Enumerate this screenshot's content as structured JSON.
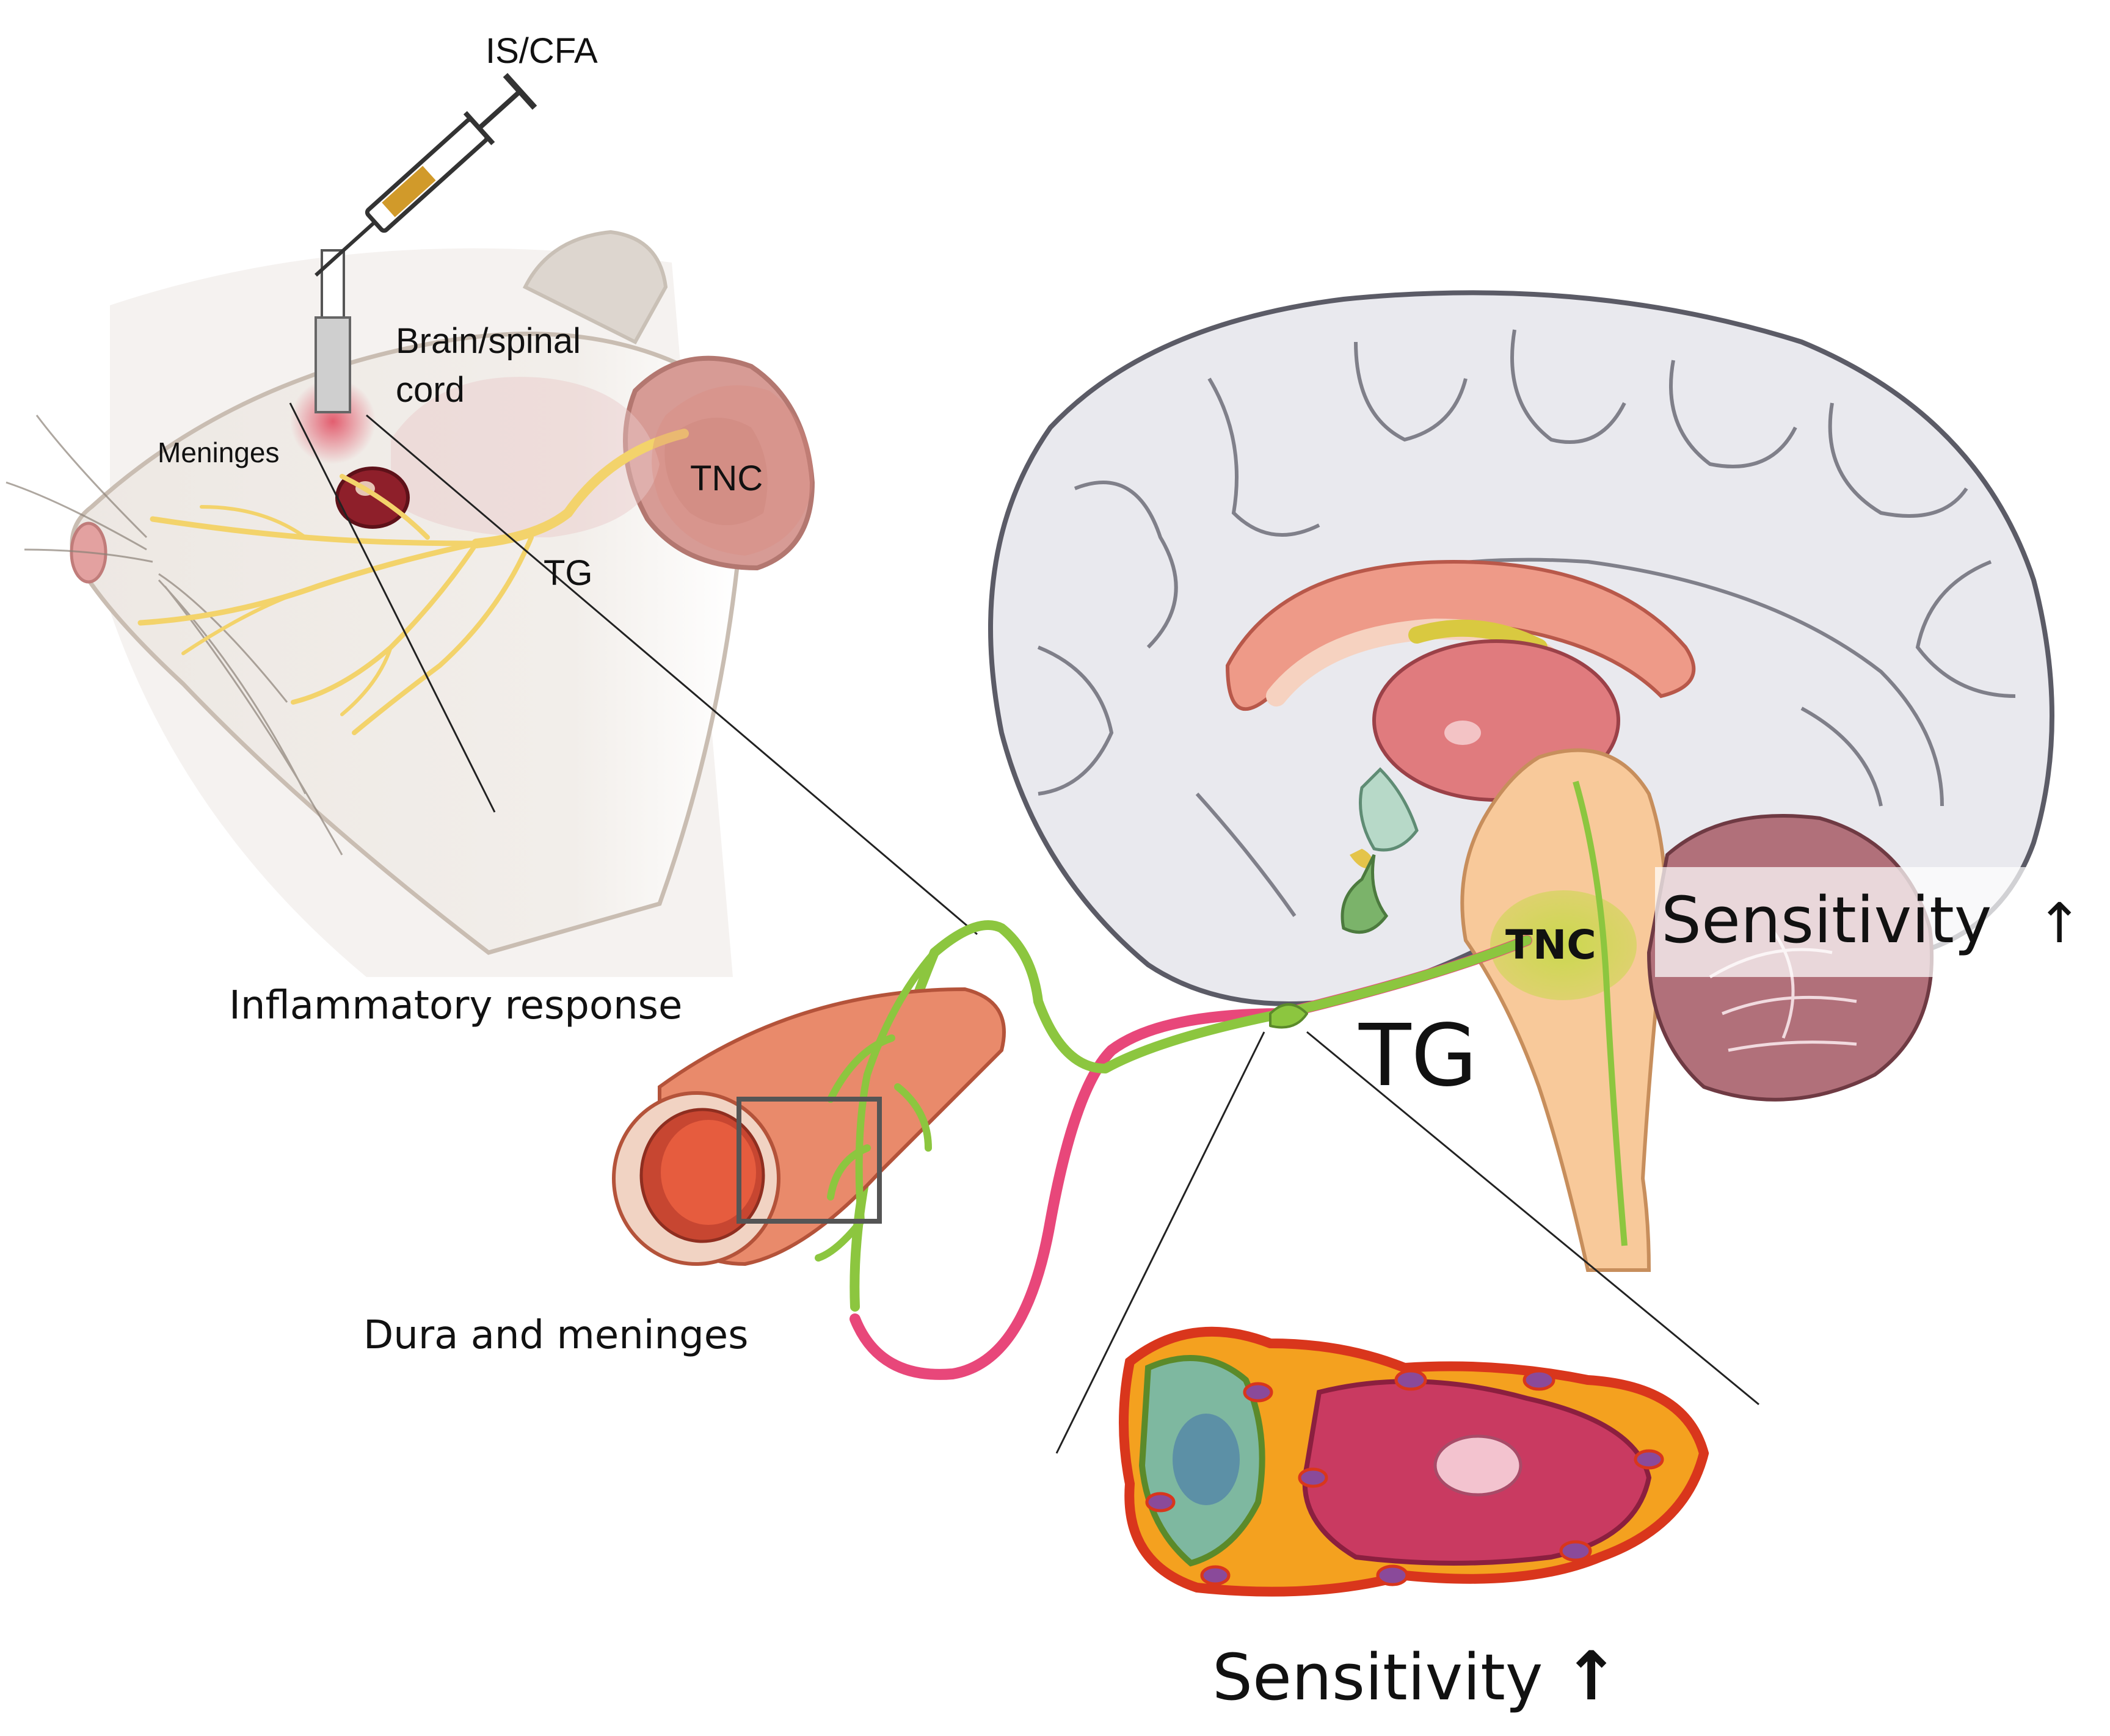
{
  "labels": {
    "injection": "IS/CFA",
    "brain_spinal_line1": "Brain/spinal",
    "brain_spinal_line2": "cord",
    "meninges": "Meninges",
    "tnc_rat": "TNC",
    "tg_rat": "TG",
    "inflammatory": "Inflammatory response",
    "dura": "Dura and meninges",
    "tg_big": "TG",
    "tnc_brain": "TNC",
    "sensitivity_right": "Sensitivity",
    "sensitivity_bottom": "Sensitivity",
    "arrow": "↑"
  },
  "colors": {
    "nerve_green": "#8cc63f",
    "nerve_pink": "#e8477a",
    "trigeminal_yellow": "#f3d36b",
    "brain_gray": "#e9e9ee",
    "vessel_red": "#e56a4e",
    "tnc_highlight": "#c8d94a"
  }
}
